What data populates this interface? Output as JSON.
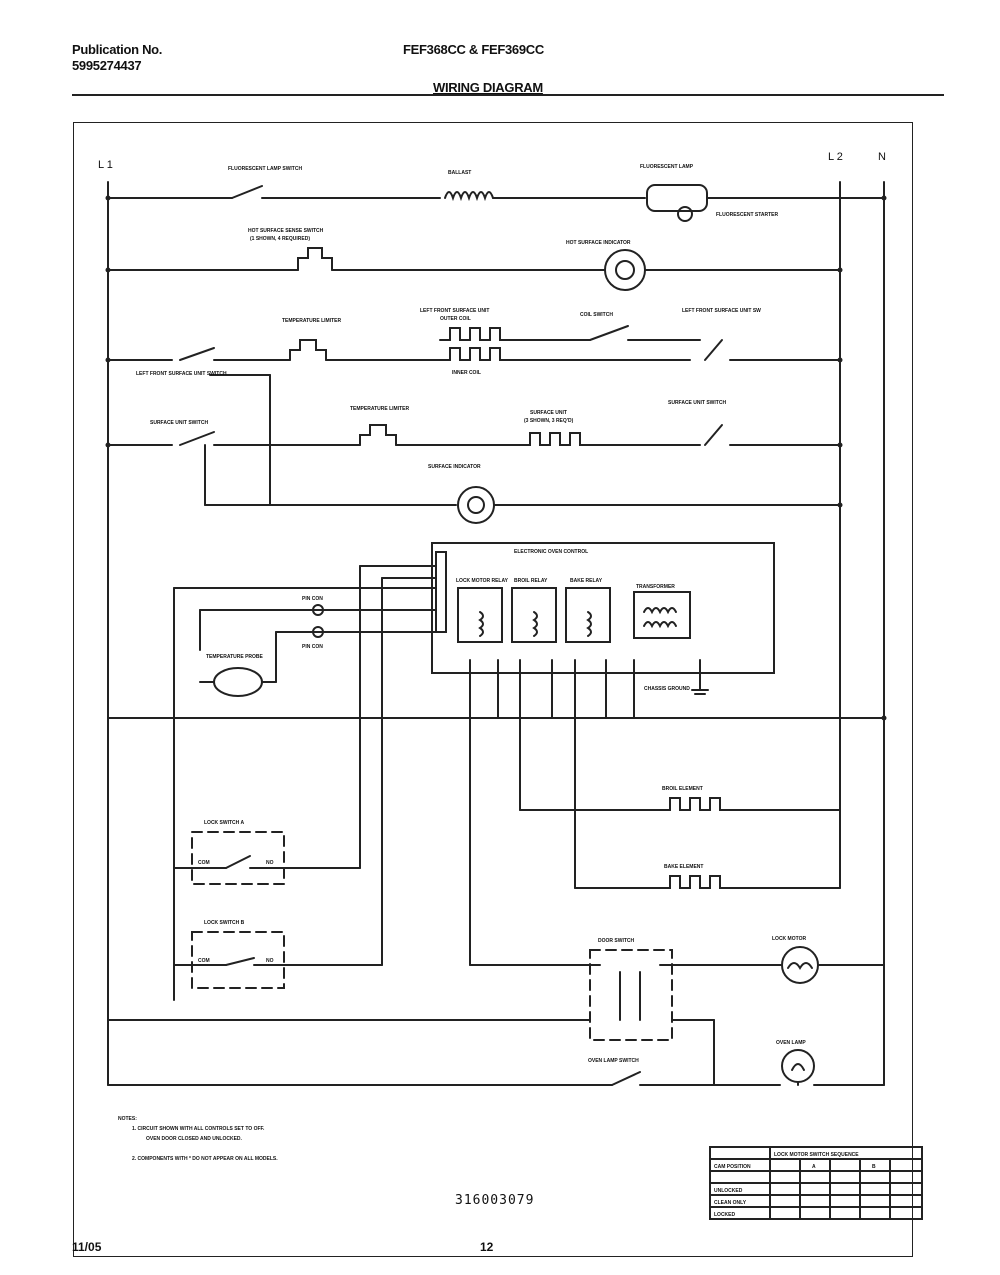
{
  "header": {
    "publication_label": "Publication No.",
    "publication_number": "5995274437",
    "models": "FEF368CC & FEF369CC",
    "title": "WIRING DIAGRAM"
  },
  "lines": {
    "l1": "L 1",
    "l2": "L 2",
    "n": "N"
  },
  "components": {
    "fluorescent_lamp_switch": "FLUORESCENT LAMP SWITCH",
    "ballast": "BALLAST",
    "fluorescent_lamp": "FLUORESCENT LAMP",
    "fluorescent_starter": "FLUORESCENT STARTER",
    "hot_surface_sense_switch": "HOT SURFACE SENSE SWITCH",
    "hot_surface_sense_switch_note": "(1 SHOWN, 4 REQUIRED)",
    "hot_surface_indicator": "HOT SURFACE INDICATOR",
    "temperature_limiter_1": "TEMPERATURE LIMITER",
    "left_front_surface_unit": "LEFT FRONT SURFACE UNIT",
    "outer_coil": "OUTER COIL",
    "inner_coil": "INNER COIL",
    "coil_switch": "COIL SWITCH",
    "left_front_surface_unit_switch": "LEFT FRONT SURFACE UNIT SW",
    "left_front_surface_unit_switch_label": "LEFT FRONT SURFACE UNIT SWITCH",
    "surface_unit_switch_left": "SURFACE UNIT SWITCH",
    "temperature_limiter_2": "TEMPERATURE LIMITER",
    "surface_unit": "SURFACE UNIT",
    "surface_unit_note": "(3 SHOWN, 3 REQ'D)",
    "surface_unit_switch_right": "SURFACE UNIT SWITCH",
    "surface_indicator": "SURFACE INDICATOR",
    "electronic_oven_control": "ELECTRONIC OVEN CONTROL",
    "lock_motor_relay": "LOCK MOTOR RELAY",
    "broil_relay": "BROIL RELAY",
    "bake_relay": "BAKE RELAY",
    "transformer": "TRANSFORMER",
    "pin_con_1": "PIN CON",
    "pin_con_2": "PIN CON",
    "temperature_probe": "TEMPERATURE PROBE",
    "chassis_ground": "CHASSIS GROUND",
    "broil_element": "BROIL ELEMENT",
    "bake_element": "BAKE ELEMENT",
    "lock_switch_a": "LOCK SWITCH A",
    "lock_switch_b": "LOCK SWITCH B",
    "com": "COM",
    "no": "NO",
    "door_switch": "DOOR SWITCH",
    "lock_motor": "LOCK MOTOR",
    "oven_lamp_switch": "OVEN LAMP SWITCH",
    "oven_lamp": "OVEN LAMP"
  },
  "notes": {
    "heading": "NOTES:",
    "note1": "1. CIRCUIT SHOWN WITH ALL CONTROLS SET TO OFF.",
    "note1b": "OVEN DOOR CLOSED AND UNLOCKED.",
    "note2": "2. COMPONENTS WITH * DO NOT APPEAR ON ALL MODELS."
  },
  "lock_table": {
    "title": "LOCK MOTOR SWITCH SEQUENCE",
    "header_col": "CAM POSITION",
    "rows": [
      "UNLOCKED",
      "CLEAN ONLY",
      "LOCKED"
    ],
    "cols": [
      "A",
      "B"
    ]
  },
  "doc_number": "316003079",
  "footer": {
    "date": "11/05",
    "page": "12"
  }
}
